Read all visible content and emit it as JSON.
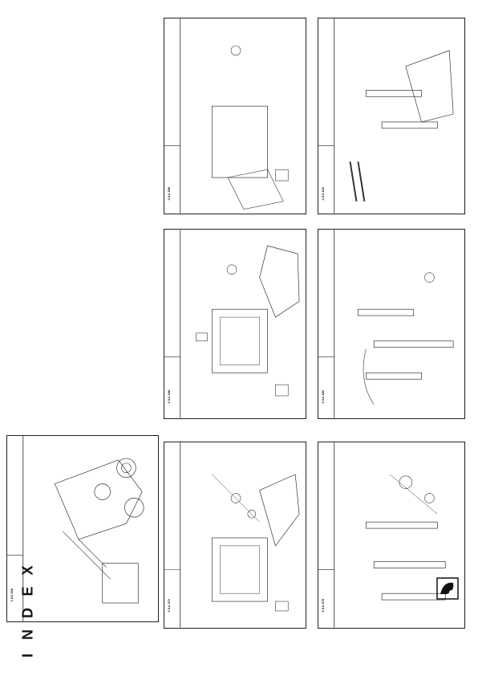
{
  "page": {
    "index_letters": [
      "I",
      "N",
      "D",
      "E",
      "X"
    ]
  },
  "panels": [
    {
      "code": "3 SA 328"
    },
    {
      "code": "3 SA 372"
    },
    {
      "code": "3 SA 375"
    },
    {
      "code": "3 SA 398"
    },
    {
      "code": "3 SA 382"
    },
    {
      "code": "3 SA 398"
    },
    {
      "code": "3 SA 333"
    }
  ],
  "logo": {
    "icon": "company-logo-icon"
  }
}
